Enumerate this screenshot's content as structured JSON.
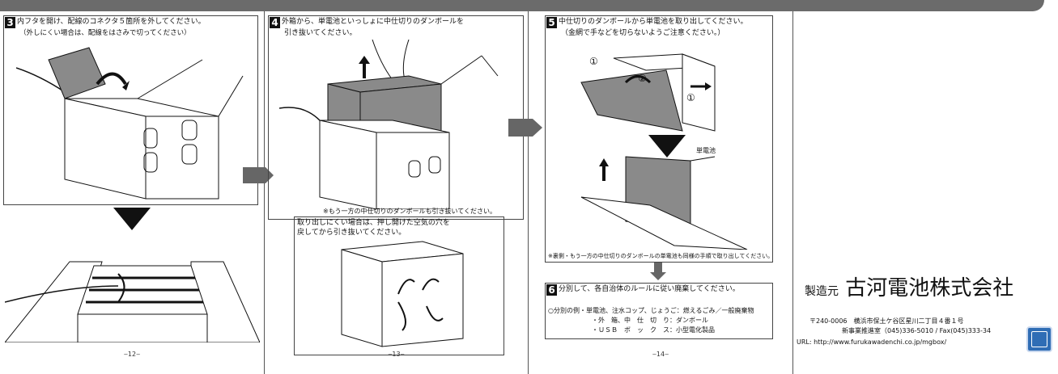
{
  "steps": {
    "s3": {
      "num": "3",
      "line1": "内フタを開け、配線のコネクタ５箇所を外してください。",
      "line2": "（外しにくい場合は、配線をはさみで切ってください）"
    },
    "s4": {
      "num": "4",
      "line1": "外箱から、単電池といっしょに中仕切りのダンボールを",
      "line2": "引き抜いてください。",
      "note": "※もう一方の中仕切りのダンボールも引き抜いてください。",
      "box_line1": "取り出しにくい場合は、押し開けた空気の穴を",
      "box_line2": "戻してから引き抜いてください。"
    },
    "s5": {
      "num": "5",
      "line1": "中仕切りのダンボールから単電池を取り出してください。",
      "line2": "（金網で手などを切らないようご注意ください。）",
      "label_battery": "単電池",
      "mark1": "①",
      "mark2": "②",
      "mark3": "①",
      "note": "※裏側・もう一方の中仕切りのダンボールの単電池も同様の手順で取り出してください。"
    },
    "s6": {
      "num": "6",
      "line1": "分別して、各自治体のルールに従い廃棄してください。",
      "row1": "○分別の例・単電池、注水コップ、じょうご：燃えるごみ／一般廃棄物",
      "row2": "・外　箱、中　仕　切　り：ダンボール",
      "row3": "・ＵＳＢ　ボ　ッ　ク　ス：小型電化製品"
    }
  },
  "pages": {
    "p12": "‒12‒",
    "p13": "‒13‒",
    "p14": "‒14‒"
  },
  "company": {
    "prefix": "製造元",
    "name": "古河電池株式会社",
    "address": "〒240-0006　横浜市保土ケ谷区星川二丁目４番１号",
    "division": "新事業推進室（045)336-5010 / Fax(045)333-34",
    "url": "URL: http://www.furukawadenchi.co.jp/mgbox/"
  },
  "colors": {
    "topbar": "#6b6b6b",
    "arrow": "#666666",
    "nav": "#2f6db5"
  },
  "icons": {
    "nav": "expand-icon"
  }
}
